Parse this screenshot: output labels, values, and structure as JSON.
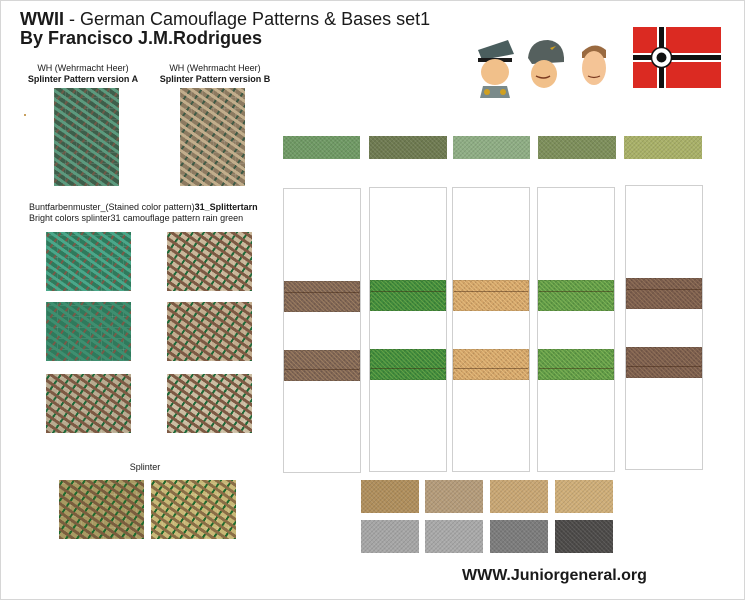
{
  "header": {
    "title_bold": "WWII",
    "title_rest": " - German   Camouflage Patterns & Bases  set1",
    "author": "By Francisco J.M.Rodrigues"
  },
  "figures": {
    "heads": [
      "officer-head-icon",
      "helmet-soldier-head-icon",
      "bareheaded-soldier-head-icon"
    ],
    "flag": "war-ensign-flag-icon"
  },
  "splinter_versions": [
    {
      "line1": "WH (Wehrmacht Heer)",
      "line2": "Splinter Pattern version A",
      "base": "#3e5e4a",
      "accent1": "#5c9a7e",
      "accent2": "#6f5a48"
    },
    {
      "line1": "WH (Wehrmacht Heer)",
      "line2": "Splinter Pattern version B",
      "base": "#8c7a60",
      "accent1": "#c2ae8c",
      "accent2": "#3f5a45"
    }
  ],
  "splittertarn": {
    "line1_normal": "Buntfarbenmuster_(Stained color pattern)",
    "line1_bold": "31_Splittertarn",
    "line2": "Bright colors splinter31 camouflage pattern rain green",
    "swatches": [
      {
        "base": "#2f7a5c",
        "a1": "#4aa78a",
        "a2": "#7a5a48"
      },
      {
        "base": "#c9b79a",
        "a1": "#7d5a44",
        "a2": "#1f6a3a"
      },
      {
        "base": "#2f7a5c",
        "a1": "#3e8f70",
        "a2": "#7a5a48"
      },
      {
        "base": "#c2ad8f",
        "a1": "#7d5a44",
        "a2": "#1f6a3a"
      },
      {
        "base": "#b8ab90",
        "a1": "#7d5a44",
        "a2": "#1f6a3a"
      },
      {
        "base": "#cbbda2",
        "a1": "#7d5a44",
        "a2": "#1f6a3a"
      }
    ]
  },
  "splinter": {
    "label": "Splinter",
    "swatches": [
      {
        "base": "#a89a62",
        "a1": "#7a5e3e",
        "a2": "#1f6a2e"
      },
      {
        "base": "#c8b877",
        "a1": "#8a6e46",
        "a2": "#1f6a2e"
      }
    ]
  },
  "top_strips": [
    "#6f9a64",
    "#6e7a50",
    "#8fae84",
    "#7d8f5a",
    "#a9b168"
  ],
  "base_columns": [
    {
      "band": "#7e6454",
      "band_hi": "#9a7c60"
    },
    {
      "band": "#3f8a3c",
      "band_hi": "#62a046"
    },
    {
      "band": "#d3a468",
      "band_hi": "#e2b97c"
    },
    {
      "band": "#5f9a46",
      "band_hi": "#7cb055"
    },
    {
      "band": "#7a5c4c",
      "band_hi": "#8f7058"
    }
  ],
  "ground_tiles": {
    "sand": [
      "#b08f5c",
      "#b59c7a",
      "#c9a774",
      "#cfae78"
    ],
    "grey": [
      "#a6a6a6",
      "#a9a9a9",
      "#7c7c7c",
      "#4c4a48"
    ]
  },
  "footer": {
    "url": "WWW.Juniorgeneral.org"
  }
}
